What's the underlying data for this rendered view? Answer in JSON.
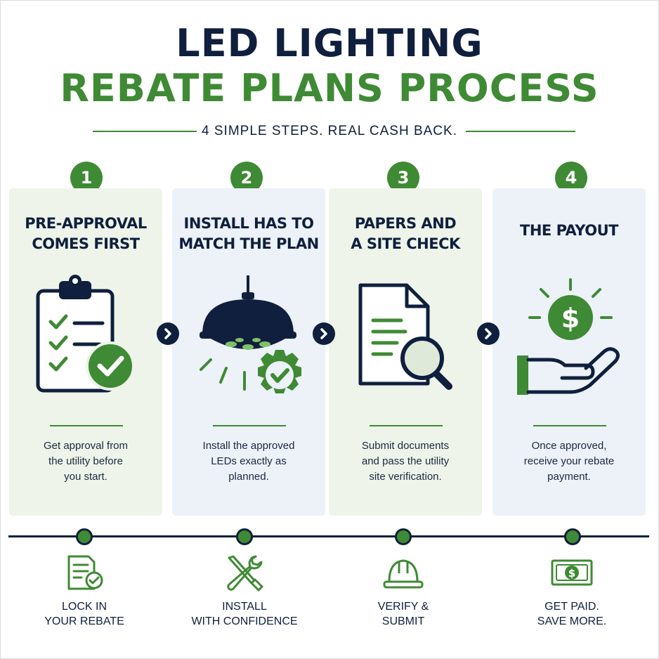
{
  "header": {
    "title_line1": "LED LIGHTING",
    "title_line2": "REBATE PLANS PROCESS",
    "subtitle": "4 SIMPLE STEPS. REAL CASH BACK."
  },
  "colors": {
    "navy": "#0f1f3d",
    "green": "#3f8a34",
    "card_green_bg": "#eef4e9",
    "card_blue_bg": "#edf1f8"
  },
  "steps": [
    {
      "number": "1",
      "title_line1": "PRE-APPROVAL",
      "title_line2": "COMES FIRST",
      "icon": "clipboard-checklist-icon",
      "desc_line1": "Get approval from",
      "desc_line2": "the utility before",
      "desc_line3": "you start."
    },
    {
      "number": "2",
      "title_line1": "INSTALL HAS TO",
      "title_line2": "MATCH THE PLAN",
      "icon": "led-fixture-gear-check-icon",
      "desc_line1": "Install the approved",
      "desc_line2": "LEDs exactly as",
      "desc_line3": "planned."
    },
    {
      "number": "3",
      "title_line1": "PAPERS AND",
      "title_line2": "A SITE CHECK",
      "icon": "document-magnifier-icon",
      "desc_line1": "Submit documents",
      "desc_line2": "and pass the utility",
      "desc_line3": "site verification."
    },
    {
      "number": "4",
      "title_line1": "THE PAYOUT",
      "title_line2": "",
      "icon": "hand-dollar-coin-icon",
      "desc_line1": "Once approved,",
      "desc_line2": "receive your rebate",
      "desc_line3": "payment."
    }
  ],
  "timeline": [
    {
      "icon": "document-check-icon",
      "label_line1": "LOCK IN",
      "label_line2": "YOUR REBATE"
    },
    {
      "icon": "wrench-screwdriver-icon",
      "label_line1": "INSTALL",
      "label_line2": "WITH CONFIDENCE"
    },
    {
      "icon": "hard-hat-icon",
      "label_line1": "VERIFY &",
      "label_line2": "SUBMIT"
    },
    {
      "icon": "dollar-bill-icon",
      "label_line1": "GET PAID.",
      "label_line2": "SAVE MORE."
    }
  ]
}
